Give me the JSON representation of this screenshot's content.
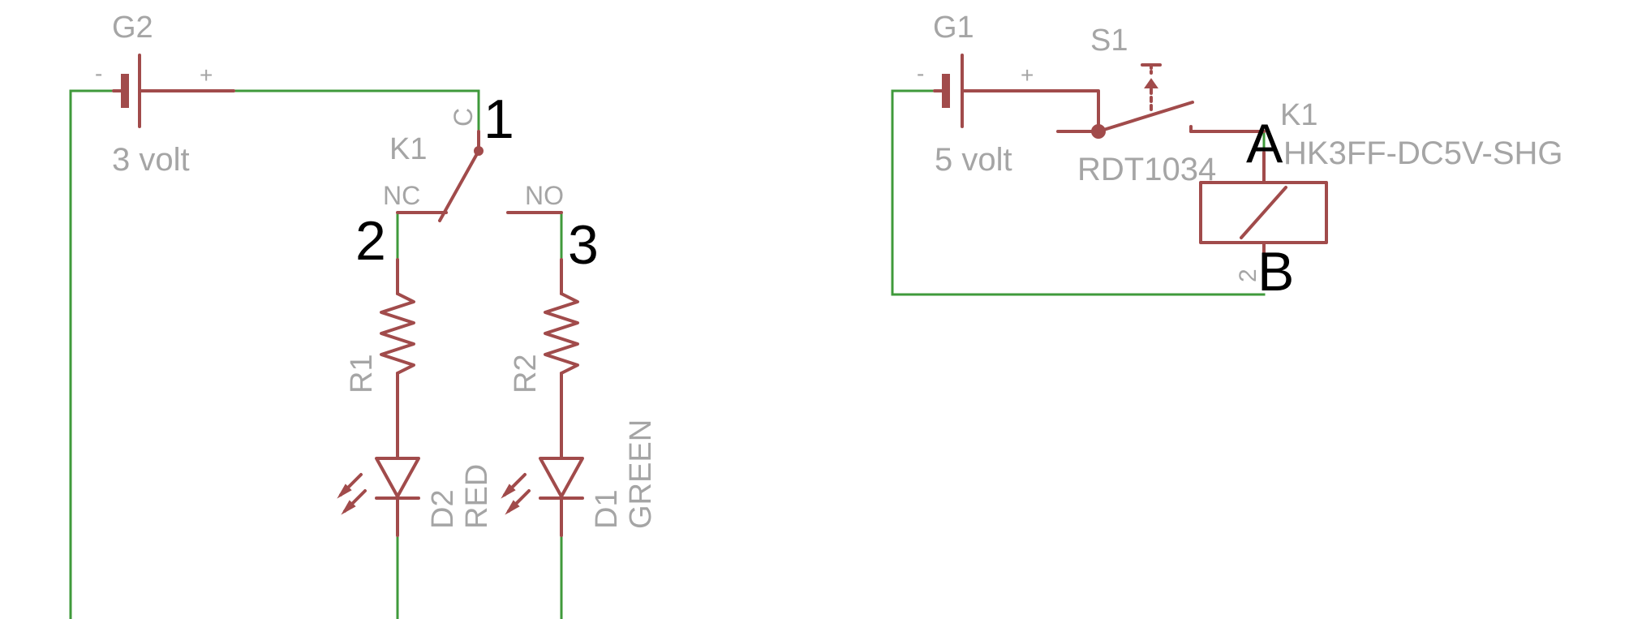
{
  "colors": {
    "wire": "#3f9a3b",
    "component": "#a14b4b",
    "label": "#a5a5a5",
    "pin_label": "#000000"
  },
  "circuit_left": {
    "battery": {
      "name": "G2",
      "value": "3 volt",
      "minus": "-",
      "plus": "+"
    },
    "relay_switch": {
      "name": "K1",
      "common": "C",
      "normally_closed": "NC",
      "normally_open": "NO"
    },
    "terminals": {
      "common": "1",
      "nc": "2",
      "no": "3"
    },
    "resistor_1": {
      "name": "R1"
    },
    "resistor_2": {
      "name": "R2"
    },
    "led_red": {
      "name": "D2",
      "value": "RED"
    },
    "led_green": {
      "name": "D1",
      "value": "GREEN"
    }
  },
  "circuit_right": {
    "battery": {
      "name": "G1",
      "value": "5 volt",
      "minus": "-",
      "plus": "+"
    },
    "pushbutton": {
      "name": "S1",
      "value": "RDT1034"
    },
    "relay_coil": {
      "name": "K1",
      "value": "HK3FF-DC5V-SHG",
      "pin": "2"
    },
    "terminals": {
      "top": "A",
      "bottom": "B"
    }
  }
}
